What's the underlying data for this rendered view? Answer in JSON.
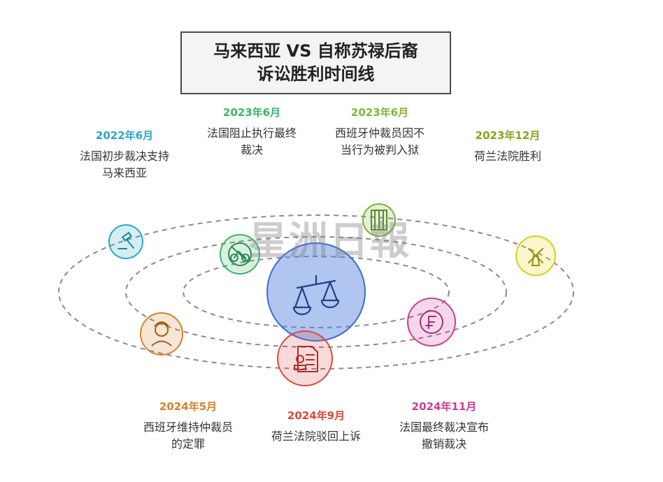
{
  "title": {
    "line1": "马来西亚 VS 自称苏禄后裔",
    "line2": "诉讼胜利时间线"
  },
  "events": [
    {
      "date": "2022年6月",
      "desc": "法国初步裁决支持\n马来西亚",
      "color": "#26a9c8",
      "icon": "gavel-icon"
    },
    {
      "date": "2023年6月",
      "desc": "法国阻止执行最终\n裁决",
      "color": "#3fb36a",
      "icon": "no-bicycle-icon"
    },
    {
      "date": "2023年6月",
      "desc": "西班牙仲裁员因不\n当行为被判入狱",
      "color": "#7fb53a",
      "icon": "prison-icon"
    },
    {
      "date": "2023年12月",
      "desc": "荷兰法院胜利",
      "color": "#8aa21c",
      "icon": "windmill-icon"
    },
    {
      "date": "2024年5月",
      "desc": "西班牙维持仲裁员\n的定罪",
      "color": "#d4812e",
      "icon": "judge-icon"
    },
    {
      "date": "2024年9月",
      "desc": "荷兰法院驳回上诉",
      "color": "#d9473f",
      "icon": "document-stamp-icon"
    },
    {
      "date": "2024年11月",
      "desc": "法国最终裁决宣布\n撤销裁决",
      "color": "#c93d96",
      "icon": "franc-icon"
    }
  ],
  "center_icon": "scales-icon",
  "watermark": "星洲日報"
}
